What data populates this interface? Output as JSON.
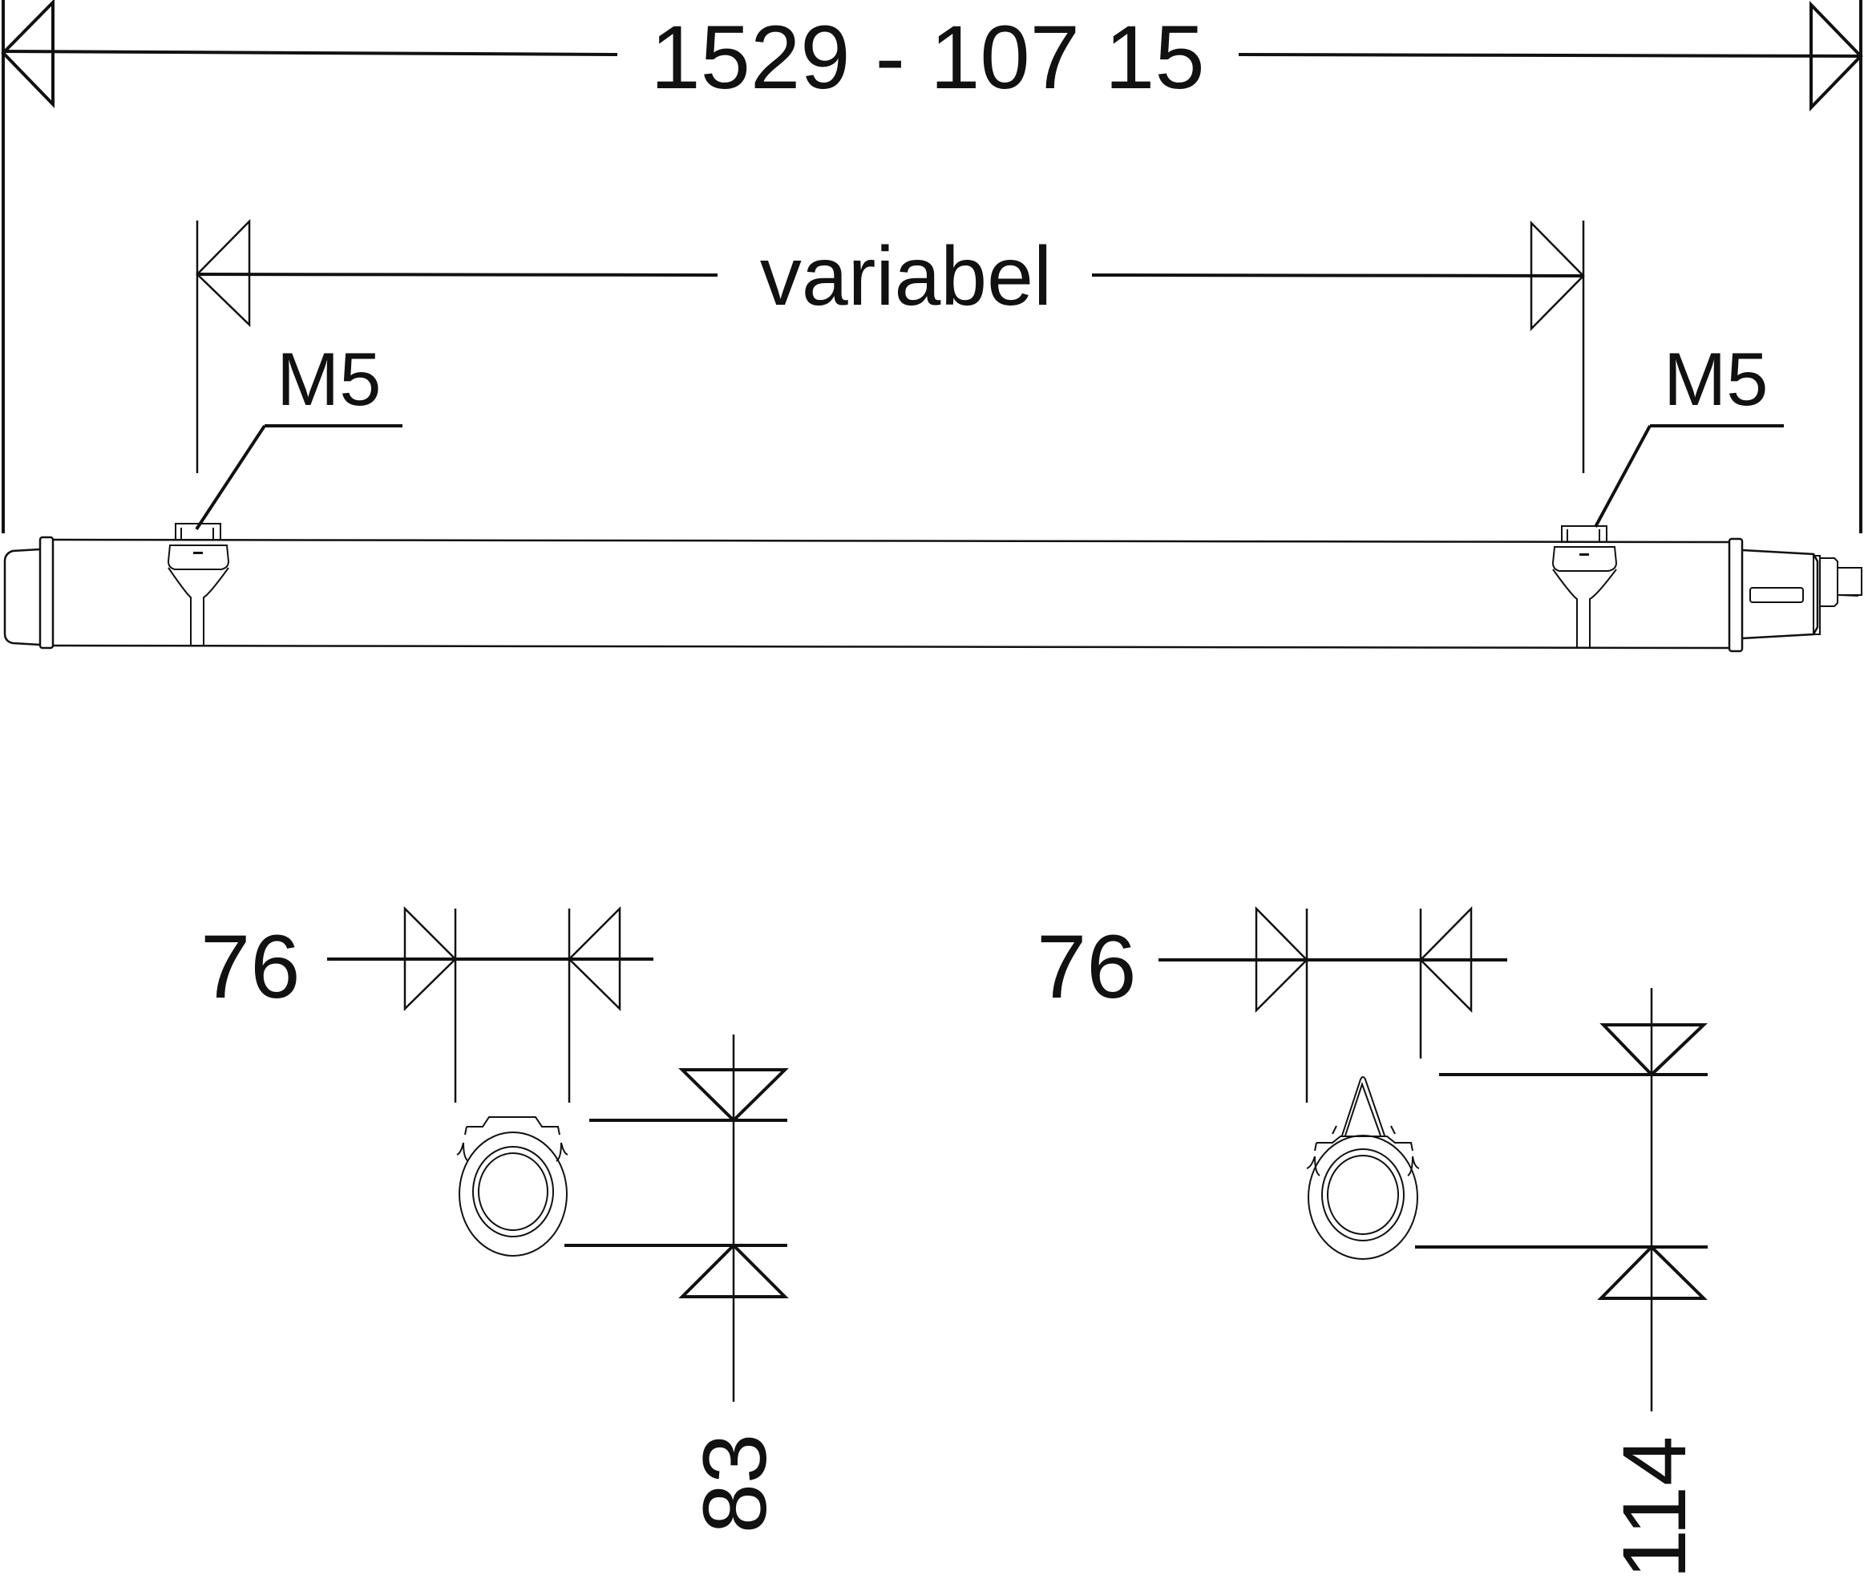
{
  "drawing": {
    "title": "Linear luminaire dimension drawing",
    "side_view": {
      "overall_length_label": "1529 - 107 15",
      "mount_spacing_label": "variabel",
      "mount_left_label": "M5",
      "mount_right_label": "M5"
    },
    "section_left": {
      "width_label": "76",
      "height_label": "83"
    },
    "section_right": {
      "width_label": "76",
      "height_label": "114"
    },
    "colors": {
      "line": "#111111",
      "background": "#ffffff"
    }
  }
}
